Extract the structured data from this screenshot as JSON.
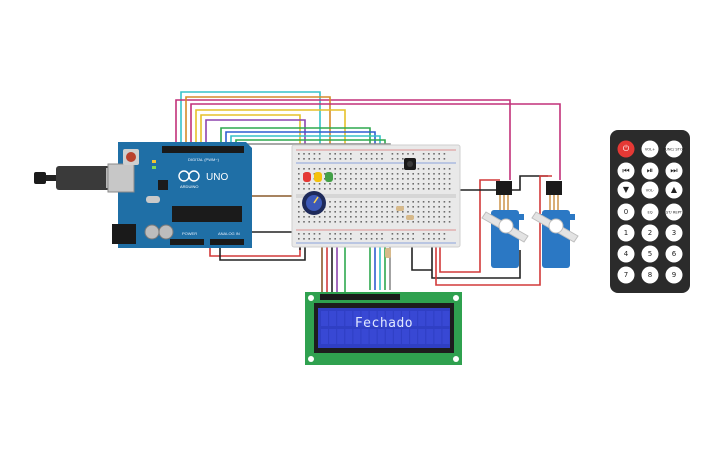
{
  "arduino": {
    "model_label": "UNO",
    "brand_label": "ARDUINO",
    "digital_label": "DIGITAL (PWM~)",
    "power_label": "POWER",
    "analog_label": "ANALOG IN"
  },
  "lcd": {
    "display_text": "Fechado"
  },
  "remote": {
    "buttons": [
      {
        "label": "⏻",
        "icon": "power-icon",
        "color": "#e53935"
      },
      {
        "label": "VOL+"
      },
      {
        "label": "FUNC/ STOP"
      },
      {
        "label": "⏮",
        "icon": "prev-icon"
      },
      {
        "label": "⏯",
        "icon": "play-pause-icon"
      },
      {
        "label": "⏭",
        "icon": "next-icon"
      },
      {
        "label": "▼",
        "icon": "down-icon"
      },
      {
        "label": "VOL-"
      },
      {
        "label": "▲",
        "icon": "up-icon"
      },
      {
        "label": "0"
      },
      {
        "label": "EQ"
      },
      {
        "label": "ST/ REPT"
      },
      {
        "label": "1"
      },
      {
        "label": "2"
      },
      {
        "label": "3"
      },
      {
        "label": "4"
      },
      {
        "label": "5"
      },
      {
        "label": "6"
      },
      {
        "label": "7"
      },
      {
        "label": "8"
      },
      {
        "label": "9"
      }
    ]
  },
  "colors": {
    "arduino_board": "#1f6fa6",
    "breadboard": "#e9e9e9",
    "lcd_pcb": "#2fa14f",
    "lcd_screen": "#2f3fc4",
    "remote_body": "#2b2b2b",
    "servo_body": "#2b78c4",
    "led_red": "#e53935",
    "led_yellow": "#f4c20d",
    "led_green": "#43a047"
  }
}
